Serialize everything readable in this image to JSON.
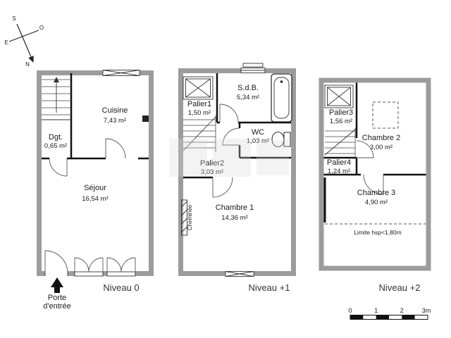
{
  "compass": {
    "n": "N",
    "s": "S",
    "e": "E",
    "o": "O"
  },
  "plans": [
    {
      "level_label": "Niveau 0",
      "rooms": [
        {
          "name": "Cuisine",
          "area": "7,43 m²"
        },
        {
          "name": "Dgt.",
          "area": "0,65 m²"
        },
        {
          "name": "Séjour",
          "area": "16,54 m²"
        }
      ],
      "entrance": {
        "line1": "Porte",
        "line2": "d'entrée"
      }
    },
    {
      "level_label": "Niveau +1",
      "rooms": [
        {
          "name": "Palier1",
          "area": "1,50 m²"
        },
        {
          "name": "S.d.B.",
          "area": "5,34 m²"
        },
        {
          "name": "WC",
          "area": "1,03 m²"
        },
        {
          "name": "Palier2",
          "area": "3,03 m²"
        },
        {
          "name": "Chambre 1",
          "area": "14,36 m²"
        }
      ],
      "annotations": [
        "Cheminée"
      ]
    },
    {
      "level_label": "Niveau +2",
      "rooms": [
        {
          "name": "Palier3",
          "area": "1,56 m²"
        },
        {
          "name": "Chambre 2",
          "area": "3,00 m²"
        },
        {
          "name": "Palier4",
          "area": "1,24 m²"
        },
        {
          "name": "Chambre 3",
          "area": "4,90 m²"
        }
      ],
      "annotations": [
        "Limite hsp<1,80m"
      ]
    }
  ],
  "scale_bar": {
    "ticks": [
      "0",
      "1",
      "2",
      "3m"
    ]
  },
  "colors": {
    "wall": "#9c9c9c",
    "line": "#111111",
    "background": "#ffffff"
  }
}
